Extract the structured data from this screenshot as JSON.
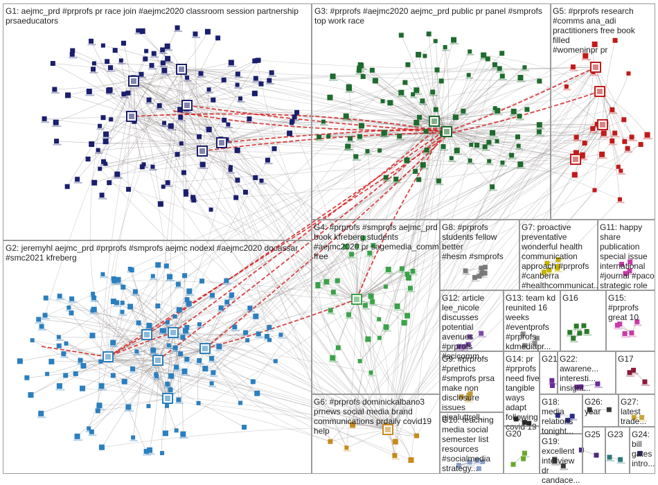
{
  "groups": [
    {
      "id": "G1",
      "text": "G1: aejmc_prd #prprofs pr race join #aejmc2020 classroom session partnership\nprsaeducators"
    },
    {
      "id": "G2",
      "text": "G2: jeremyhl aejmc_prd #prprofs #smprofs aejmc nodexl #aejmc2020 docassar\n#smc2021 kfreberg"
    },
    {
      "id": "G3",
      "text": "G3: #prprofs #aejmc2020 aejmc_prd public pr panel #smprofs\ntop work race"
    },
    {
      "id": "G4",
      "text": "G4: #prprofs #smprofs aejmc_prd\nbook kfreberg students\n#aejmc2020 pr sagemedia_comm\nfree"
    },
    {
      "id": "G5",
      "text": "G5: #prprofs research\n#comms ana_adi\npractitioners free book filled\n#womeninpr pr"
    },
    {
      "id": "G6",
      "text": "G6: #prprofs dominickalbano3\nprnews social media brand\ncommunications prdaily covid19\nhelp"
    },
    {
      "id": "G7",
      "text": "G7: proactive\npreventative\nwonderful health\ncommunication\napproach #prprofs\n#canberra\n#healthcommunicat..."
    },
    {
      "id": "G8",
      "text": "G8: #prprofs\nstudents fellow better\n#hesm #smprofs"
    },
    {
      "id": "G9",
      "text": "G9: #prprofs\n#prethics\n#smprofs prsa\nmake non\ndisclosure issues\nginaluttrell..."
    },
    {
      "id": "G10",
      "text": "G10: teaching\nmedia social\nsemester list\nresources\n#socialmedia\nstrategy..."
    },
    {
      "id": "G11",
      "text": "G11: happy\nshare\npublication\nspecial issue\ninternational\n#journal #paco\nstrategic role"
    },
    {
      "id": "G12",
      "text": "G12: article\nlee_nicole\ndiscusses\npotential\navenues #prprofs\n#scicomm..."
    },
    {
      "id": "G13",
      "text": "G13: team kd\nreunited 16\nweeks\n#eventprofs\n#prprofs\nkdmediapr..."
    },
    {
      "id": "G14",
      "text": "G14: pr\n#prprofs\nneed five\ntangible\nways\nadapt\nfollowing\ncovid 19"
    },
    {
      "id": "G15",
      "text": "G15:\n#prprofs\ngreat 10"
    },
    {
      "id": "G16",
      "text": "G16"
    },
    {
      "id": "G17",
      "text": "G17"
    },
    {
      "id": "G18",
      "text": "G18:\nmedia\nrelations\ntonight..."
    },
    {
      "id": "G19",
      "text": "G19:\nexcellent\ninterview dr\ncandace..."
    },
    {
      "id": "G20",
      "text": "G20"
    },
    {
      "id": "G21",
      "text": "G21"
    },
    {
      "id": "G22",
      "text": "G22:\nawarene...\ninteresti...\ninsight..."
    },
    {
      "id": "G23",
      "text": "G23"
    },
    {
      "id": "G24",
      "text": "G24:\nbill\ngates\nintro..."
    },
    {
      "id": "G25",
      "text": "G25"
    },
    {
      "id": "G26",
      "text": "G26:\nyear"
    },
    {
      "id": "G27",
      "text": "G27:\nlatest\ntrade..."
    }
  ],
  "colors": {
    "G1": "#1a1f6e",
    "G2": "#2a7fbf",
    "G3": "#1e6b2e",
    "G4": "#3aa34a",
    "G5": "#c21a1a",
    "G6": "#c88a1e",
    "G7": "#c9b400",
    "G8": "#7a7a7a",
    "G9": "#c09a3a",
    "G10": "#8aa0c8",
    "G11": "#c83aa8",
    "G12": "#7a4aa8",
    "G13": "#8a8a8a",
    "G14": "#2a2a2a",
    "G15": "#c83aa8",
    "G16": "#2a7a2a",
    "G17": "#8a1a3a",
    "G18": "#2a2a8a",
    "G19": "#3a3a3a",
    "G20": "#6aa82a",
    "G21": "#6a2a9a",
    "G22": "#6a2a9a",
    "G23": "#2a7a7a",
    "G24": "#2a2a6a",
    "G25": "#4a2a7a",
    "G26": "#3a3a3a",
    "G27": "#c8a83a",
    "edge": "#8a8080",
    "edge_red": "#d42020"
  }
}
